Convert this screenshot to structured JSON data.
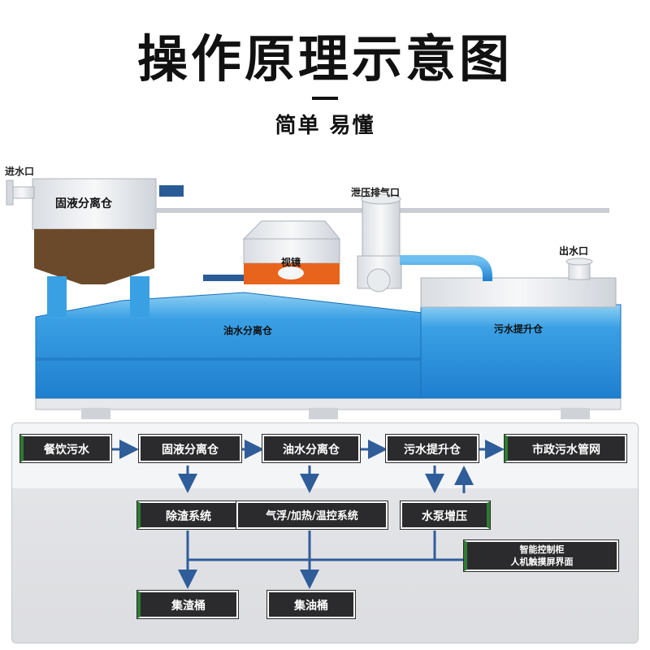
{
  "header": {
    "title": "操作原理示意图",
    "subtitle": "简单 易懂"
  },
  "machine": {
    "labels": {
      "inlet": "进水口",
      "solid_liquid_chamber": "固液分离仓",
      "pressure_vent": "泄压排气口",
      "sight_glass": "视镜",
      "outlet": "出水口",
      "oil_water_chamber": "油水分离仓",
      "lift_chamber": "污水提升仓"
    },
    "colors": {
      "tank_blue": "#2f8fd8",
      "tank_light": "#8fd0f4",
      "sludge_brown": "#6b4a2b",
      "sight_orange": "#e8641c",
      "steel": "#e9ecef"
    }
  },
  "flow": {
    "row1": [
      "餐饮污水",
      "固液分离仓",
      "油水分离仓",
      "污水提升仓",
      "市政污水管网"
    ],
    "row2": [
      "除渣系统",
      "气浮/加热/温控系统",
      "水泵增压"
    ],
    "control": [
      "智能控制柜",
      "人机触摸屏界面"
    ],
    "row3": [
      "集渣桶",
      "集油桶"
    ],
    "colors": {
      "node": "#2b2b2d",
      "arrow": "#2f5d9a",
      "accent": "#2e7d32"
    }
  }
}
